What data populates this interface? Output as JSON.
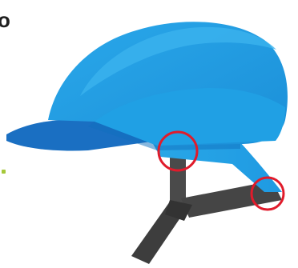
{
  "fragment": {
    "corner_letter": "o"
  },
  "illustration": {
    "subject": "hard-hat-icon",
    "colors": {
      "shell_light": "#29a7e7",
      "shell_mid": "#1b8fd8",
      "shell_dark": "#0f6fbe",
      "brim": "#1a6fc2",
      "strap": "#4a4a4a",
      "strap_dark": "#333333",
      "highlight_circle": "#e01b2b",
      "bullet": "#a6c83a"
    },
    "highlights": [
      {
        "name": "front-strap-attachment-circle"
      },
      {
        "name": "rear-strap-attachment-circle"
      }
    ]
  }
}
